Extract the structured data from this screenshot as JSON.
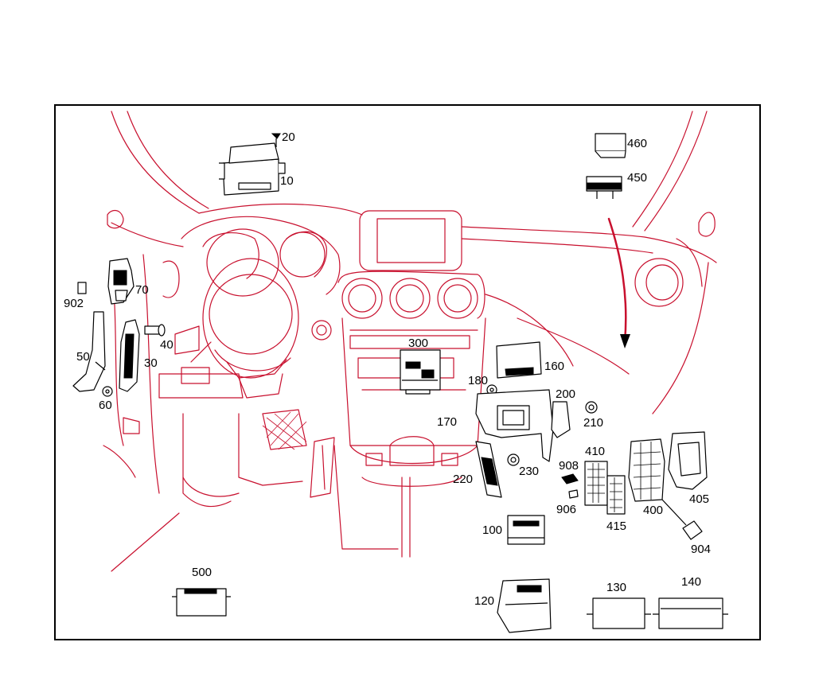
{
  "diagram": {
    "line_color": "#c8102e",
    "part_color": "#000000",
    "callouts": [
      {
        "id": "20",
        "text": "20"
      },
      {
        "id": "10",
        "text": "10"
      },
      {
        "id": "460",
        "text": "460"
      },
      {
        "id": "450",
        "text": "450"
      },
      {
        "id": "70",
        "text": "70"
      },
      {
        "id": "902",
        "text": "902"
      },
      {
        "id": "40",
        "text": "40"
      },
      {
        "id": "50",
        "text": "50"
      },
      {
        "id": "30",
        "text": "30"
      },
      {
        "id": "60",
        "text": "60"
      },
      {
        "id": "300",
        "text": "300"
      },
      {
        "id": "160",
        "text": "160"
      },
      {
        "id": "180",
        "text": "180"
      },
      {
        "id": "200",
        "text": "200"
      },
      {
        "id": "170",
        "text": "170"
      },
      {
        "id": "210",
        "text": "210"
      },
      {
        "id": "410",
        "text": "410"
      },
      {
        "id": "908",
        "text": "908"
      },
      {
        "id": "230",
        "text": "230"
      },
      {
        "id": "220",
        "text": "220"
      },
      {
        "id": "906",
        "text": "906"
      },
      {
        "id": "400",
        "text": "400"
      },
      {
        "id": "405",
        "text": "405"
      },
      {
        "id": "415",
        "text": "415"
      },
      {
        "id": "100",
        "text": "100"
      },
      {
        "id": "904",
        "text": "904"
      },
      {
        "id": "500",
        "text": "500"
      },
      {
        "id": "130",
        "text": "130"
      },
      {
        "id": "140",
        "text": "140"
      },
      {
        "id": "120",
        "text": "120"
      }
    ]
  }
}
